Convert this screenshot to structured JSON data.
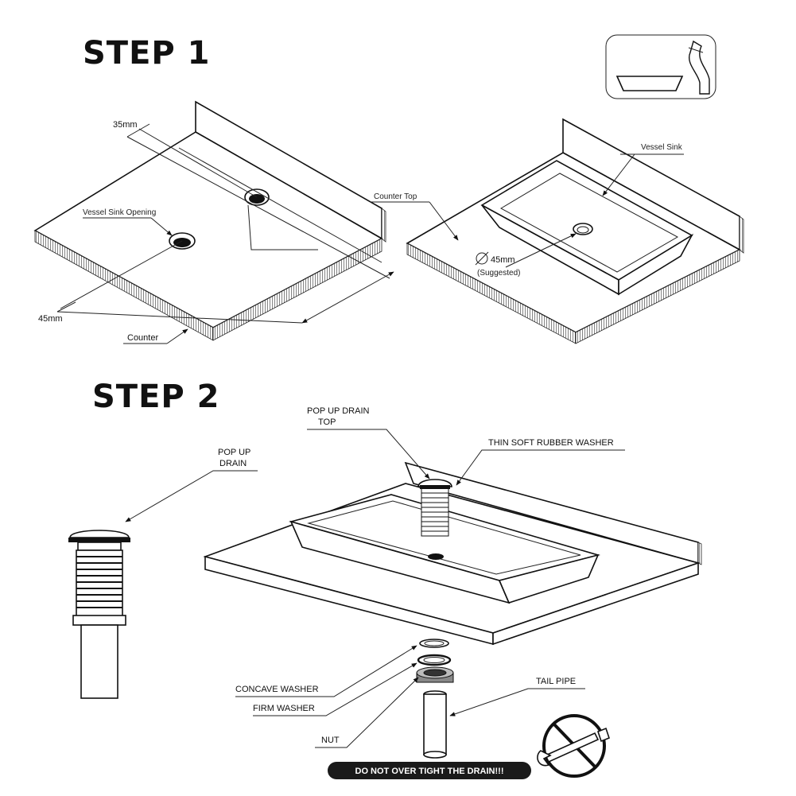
{
  "step1": {
    "title": "STEP 1",
    "labels": {
      "dim_35": "35mm",
      "dim_45": "45mm",
      "vessel_sink_opening": "Vessel Sink Opening",
      "counter": "Counter",
      "counter_top": "Counter Top",
      "vessel_sink": "Vessel Sink",
      "diameter": "45mm",
      "suggested": "(Suggested)"
    }
  },
  "step2": {
    "title": "STEP 2",
    "labels": {
      "pop_up_drain_top_line1": "POP UP DRAIN",
      "pop_up_drain_top_line2": "TOP",
      "thin_soft_rubber_washer": "THIN SOFT RUBBER WASHER",
      "pop_up_drain_line1": "POP UP",
      "pop_up_drain_line2": "DRAIN",
      "concave_washer": "CONCAVE  WASHER",
      "firm_washer": "FIRM WASHER",
      "nut": "NUT",
      "tail_pipe": "TAIL PIPE"
    },
    "warning": "DO NOT OVER TIGHT THE DRAIN!!!"
  },
  "icons": [
    "vessel-sink-faucet-icon",
    "no-wrench-icon"
  ],
  "colors": {
    "ink": "#111111",
    "warning_bg": "#1a1a1a",
    "paper": "#ffffff"
  }
}
